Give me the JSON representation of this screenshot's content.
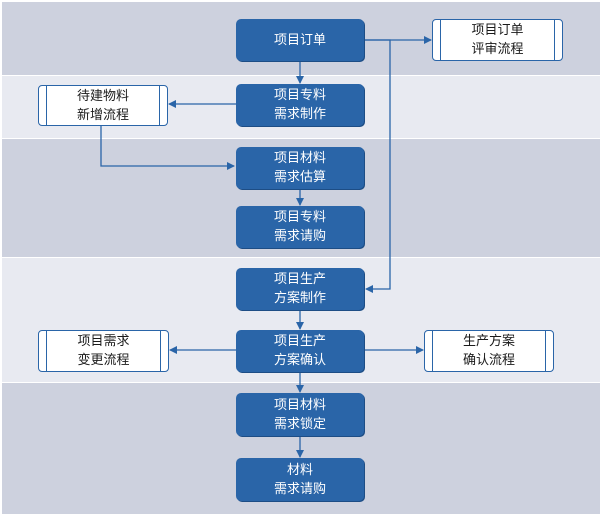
{
  "flow": {
    "order": "项目订单",
    "order_review": "项目订单\n评审流程",
    "special_demand": "项目专料\n需求制作",
    "new_material": "待建物料\n新增流程",
    "material_estimate": "项目材料\n需求估算",
    "special_purchase": "项目专料\n需求请购",
    "plan_make": "项目生产\n方案制作",
    "plan_confirm": "项目生产\n方案确认",
    "demand_change": "项目需求\n变更流程",
    "plan_confirm_flow": "生产方案\n确认流程",
    "material_lock": "项目材料\n需求锁定",
    "material_purchase": "材料\n需求请购"
  },
  "colors": {
    "process_fill": "#2a65a8",
    "band_dark": "#cdd1de",
    "band_light": "#e8eaf1",
    "connector": "#2a65a8"
  }
}
